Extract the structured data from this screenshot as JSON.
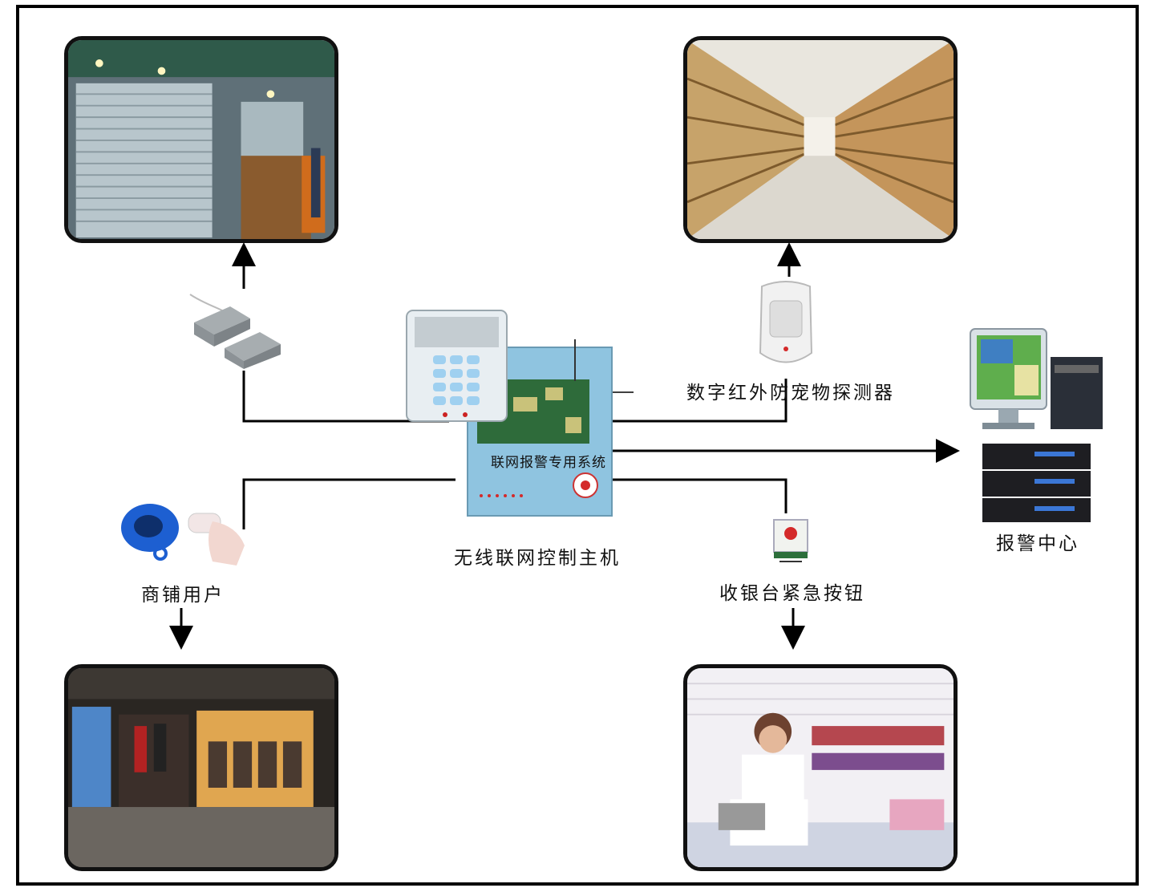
{
  "labels": {
    "control_host": "无线联网控制主机",
    "panel_caption": "联网报警专用系统",
    "pir_detector": "数字红外防宠物探测器",
    "alarm_center": "报警中心",
    "shop_user": "商铺用户",
    "panic_button": "收银台紧急按钮"
  },
  "colors": {
    "line": "#000000",
    "panel_box": "#8fc4e0",
    "keypad": "#e8eef2",
    "key": "#9fd0f0",
    "pcb": "#2e6b3a",
    "shutter": "#b8c6cc",
    "remote_blue": "#1d5fd1"
  },
  "icons": {
    "door_contact": "magnetic-contact-icon",
    "pir": "pir-detector-icon",
    "remote": "key-fob-icon",
    "panic": "panic-button-icon",
    "monitor": "monitor-icon",
    "server": "server-rack-icon"
  }
}
